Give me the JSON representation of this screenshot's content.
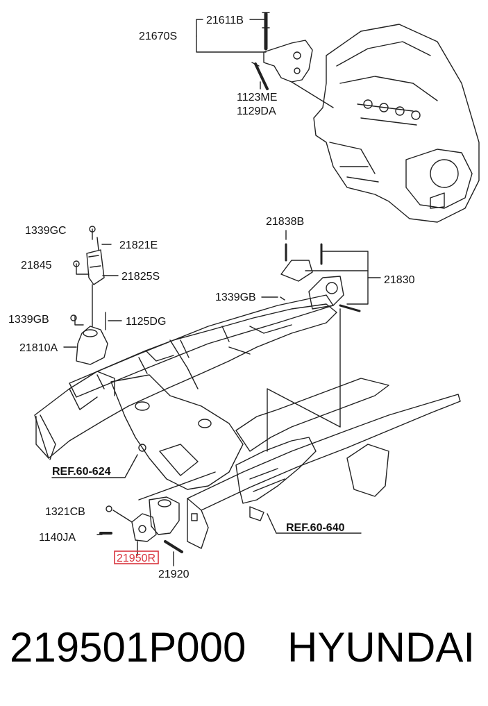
{
  "diagram": {
    "labels": {
      "l21611B": "21611B",
      "l21670S": "21670S",
      "l1123ME": "1123ME",
      "l1129DA": "1129DA",
      "l1339GC": "1339GC",
      "l21821E": "21821E",
      "l21845": "21845",
      "l21825S": "21825S",
      "l1339GB_left": "1339GB",
      "l1125DG": "1125DG",
      "l21810A": "21810A",
      "l21838B": "21838B",
      "l21830": "21830",
      "l1339GB_right": "1339GB",
      "l1321CB": "1321CB",
      "l1140JA": "1140JA",
      "l21950R": "21950R",
      "l21920": "21920"
    },
    "refs": {
      "ref_624": "REF.60-624",
      "ref_640": "REF.60-640"
    },
    "highlight_color": "#d8343e"
  },
  "caption": {
    "part_number": "219501P000",
    "brand": "HYUNDAI"
  }
}
